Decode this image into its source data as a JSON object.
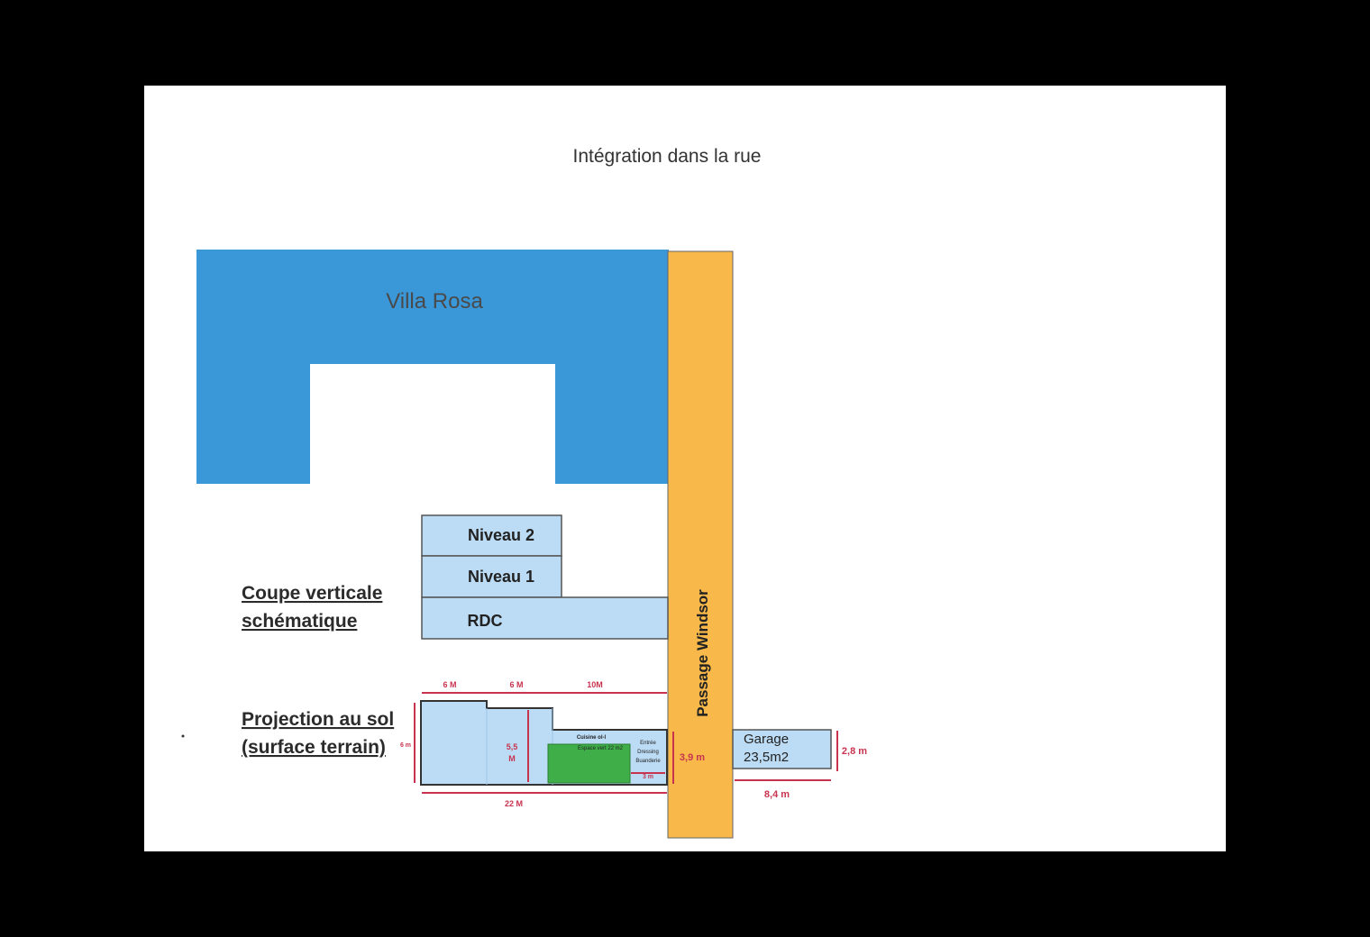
{
  "title": "Intégration dans la rue",
  "buildings": {
    "villa": "Villa Rosa",
    "passage": "Passage Windsor",
    "garage_line1": "Garage",
    "garage_line2": "23,5m2"
  },
  "levels": {
    "niveau2": "Niveau 2",
    "niveau1": "Niveau 1",
    "rdc": "RDC"
  },
  "sections": {
    "coupe_line1": "Coupe verticale",
    "coupe_line2": "schématique",
    "projection_line1": "Projection au sol",
    "projection_line2": "(surface terrain)"
  },
  "dimensions": {
    "top_6m_a": "6 M",
    "top_6m_b": "6 M",
    "top_10m": "10M",
    "left_6m": "6 m",
    "inner_55": "5,5",
    "inner_55_unit": "M",
    "height_39": "3,9 m",
    "bottom_22": "22 M",
    "garage_height": "2,8 m",
    "garage_width": "8,4 m",
    "small_3m": "3 m"
  },
  "room_labels": {
    "cuisine": "Cuisine ol-l",
    "espace": "Espace vert 22 m2",
    "entree": "Entrée",
    "dressing": "Dressing",
    "buanderie": "Buanderie"
  },
  "colors": {
    "villa": "#3a97d8",
    "passage": "#f8b94a",
    "level_fill": "#bcdcf5",
    "green": "#3fae49",
    "dimension": "#c8334f"
  }
}
